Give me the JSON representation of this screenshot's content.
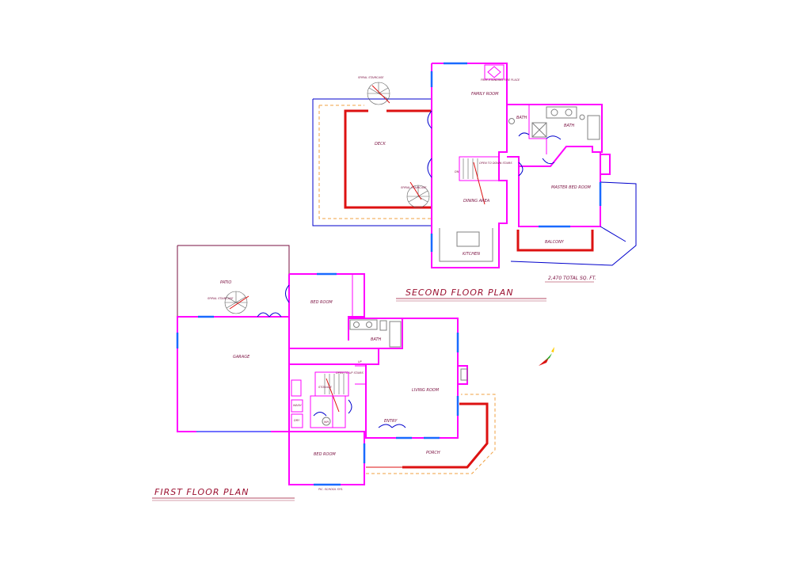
{
  "titles": {
    "second_floor": "SECOND FLOOR PLAN",
    "first_floor": "FIRST FLOOR PLAN",
    "area_note": "2,470 TOTAL SQ. FT."
  },
  "second_floor_rooms": {
    "family_room": "FAMILY ROOM",
    "fireplace": "FREE-STANDING FIRE PLACE",
    "bath_small": "BATH",
    "bath_master": "BATH",
    "deck": "DECK",
    "spiral_top": "SPIRAL STAIRCASE",
    "spiral_deck": "SPIRAL STAIRCASE",
    "open_stairs": "OPEN TO DOWN STAIRS",
    "dining": "DINING AREA",
    "master": "MASTER BED ROOM",
    "balcony": "BALCONY",
    "kitchen": "KITCHEN",
    "dn": "DN"
  },
  "first_floor_rooms": {
    "patio": "PATIO",
    "spiral_patio": "SPIRAL STAIRCASE",
    "bedroom_upper": "BED ROOM",
    "bath": "BATH",
    "garage": "GARAGE",
    "storage": "STORAGE",
    "open_up": "OPEN TO UP STAIRS",
    "living": "LIVING ROOM",
    "entry": "ENTRY",
    "wash": "WASH",
    "dry": "DRY",
    "wh": "WH",
    "bedroom_lower": "BED ROOM",
    "porch": "PORCH",
    "picture_window": "PIC. SCHOOL SYS.",
    "up": "UP"
  }
}
